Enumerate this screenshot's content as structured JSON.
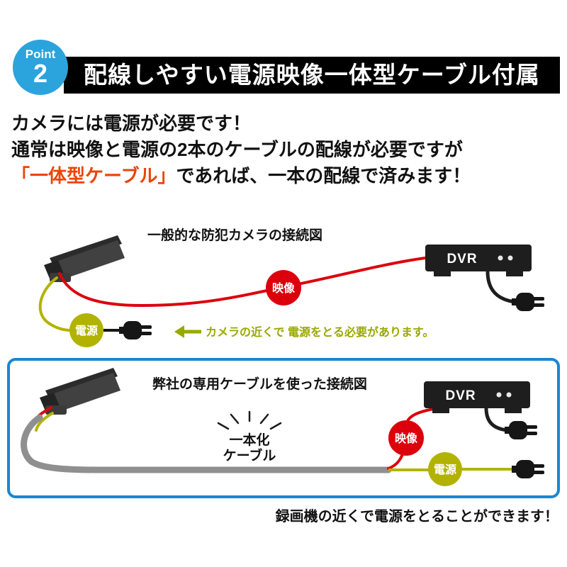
{
  "header": {
    "point_label": "Point",
    "point_number": "2",
    "title": "配線しやすい電源映像一体型ケーブル付属"
  },
  "intro": {
    "line1": "カメラには電源が必要です！",
    "line2": "通常は映像と電源の2本のケーブルの配線が必要ですが",
    "line3_highlight": "「一体型ケーブル」",
    "line3_rest": "であれば、一本の配線で済みます！"
  },
  "diagram_standard": {
    "title": "一般的な防犯カメラの接続図",
    "video_label": "映像",
    "power_label": "電源",
    "dvr_label": "DVR",
    "note": "カメラの近くで 電源をとる必要があります。"
  },
  "diagram_integrated": {
    "title": "弊社の専用ケーブルを使った接続図",
    "cable_label_line1": "一本化",
    "cable_label_line2": "ケーブル",
    "video_label": "映像",
    "power_label": "電源",
    "dvr_label": "DVR"
  },
  "footer": {
    "note": "録画機の近くで電源をとることができます！"
  },
  "colors": {
    "badge_blue": "#2ba3dc",
    "banner_black": "#000000",
    "highlight_orange": "#ea4509",
    "video_red": "#dc000c",
    "power_olive": "#b2b300",
    "note_olive": "#99a800",
    "device_dark": "#2a2a2a",
    "integrated_cable_gray": "#8f8f8f",
    "box_border_blue": "#1a86d3"
  }
}
